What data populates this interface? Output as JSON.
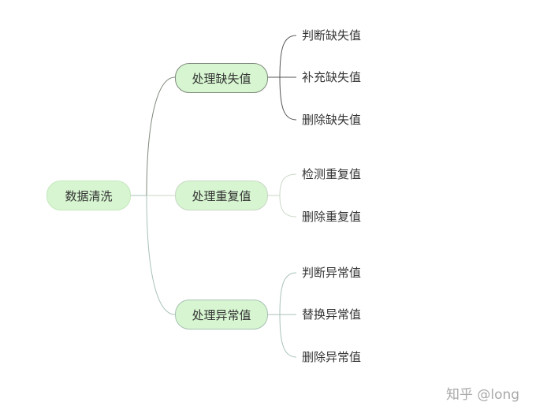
{
  "diagram": {
    "root": "数据清洗",
    "branches": [
      {
        "label": "处理缺失值",
        "children": [
          "判断缺失值",
          "补充缺失值",
          "删除缺失值"
        ]
      },
      {
        "label": "处理重复值",
        "children": [
          "检测重复值",
          "删除重复值"
        ]
      },
      {
        "label": "处理异常值",
        "children": [
          "判断异常值",
          "替换异常值",
          "删除异常值"
        ]
      }
    ]
  },
  "watermark": "知乎 @long"
}
